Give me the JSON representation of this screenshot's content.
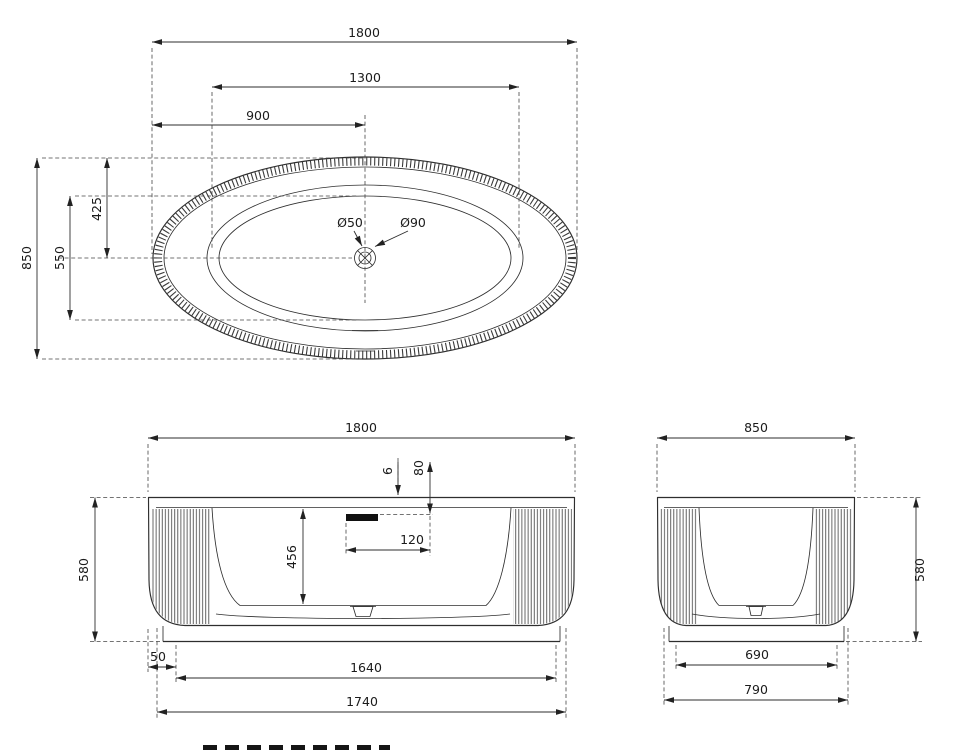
{
  "drawing": {
    "subject": "freestanding-oval-bathtub-technical-drawing",
    "views": {
      "top": {
        "name": "plan-view",
        "dim_length_overall": "1800",
        "dim_length_inner": "1300",
        "dim_length_half": "900",
        "dim_width_overall": "850",
        "dim_width_inner": "550",
        "dim_width_half": "425",
        "dim_drain_inner": "Ø50",
        "dim_drain_outer": "Ø90"
      },
      "front": {
        "name": "front-elevation",
        "dim_length_overall": "1800",
        "dim_overflow_height": "80",
        "dim_overflow_slot": "6",
        "dim_inner_depth": "456",
        "dim_overflow_offset": "120",
        "dim_height_overall": "580",
        "dim_base_inset": "50",
        "dim_base_length": "1640",
        "dim_bottom_length": "1740"
      },
      "side": {
        "name": "side-elevation",
        "dim_width_overall": "850",
        "dim_height_overall": "580",
        "dim_base_width": "690",
        "dim_bottom_width": "790"
      }
    }
  }
}
